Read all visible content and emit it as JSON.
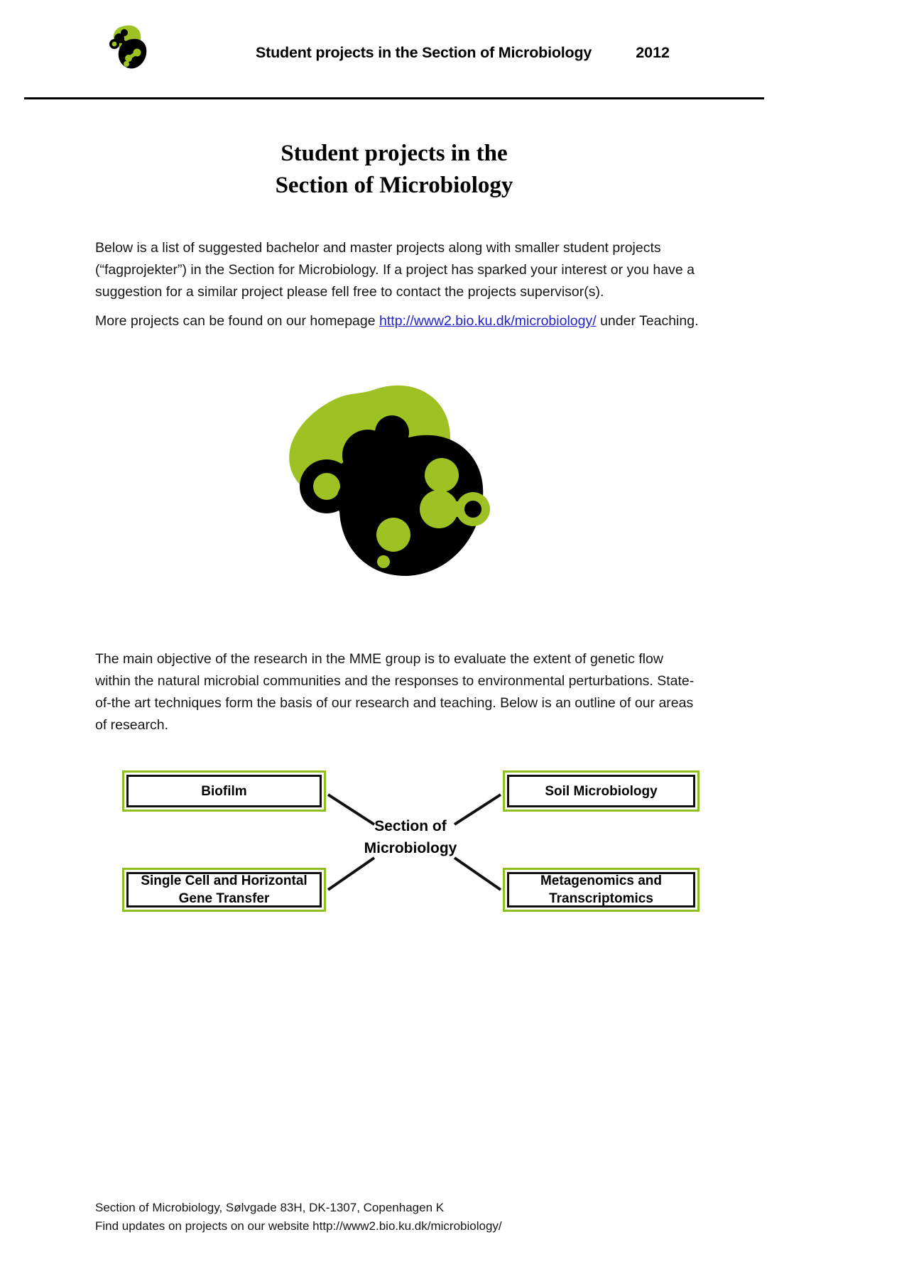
{
  "header": {
    "logo_icon": "microbiology-logo-icon",
    "title": "Student projects in the Section of Microbiology",
    "year": "2012"
  },
  "title": {
    "line1": "Student projects in the",
    "line2": "Section of Microbiology"
  },
  "intro": {
    "text": "Below is a list of suggested bachelor and master projects along with smaller student projects (“fagprojekter”) in the Section for Microbiology. If a project has sparked your interest or you have a suggestion for a similar project please fell free to contact the projects supervisor(s)."
  },
  "homepage": {
    "prefix": "More projects can be found on our homepage ",
    "link_text": "http://www2.bio.ku.dk/microbiology/",
    "suffix": " under Teaching."
  },
  "logo": {
    "icon": "microbiology-blob-logo-icon",
    "green": "#9EC124",
    "black": "#000000"
  },
  "objective": {
    "text": "The main objective of the research in the MME group is to evaluate the extent of genetic flow within the natural microbial communities and the responses to environmental perturbations. State-of-the art techniques form the basis of our research and teaching. Below is an outline of our areas of research."
  },
  "diagram": {
    "center_line1": "Section of",
    "center_line2": "Microbiology",
    "box_border_green": "#8FBE1F",
    "box_border_black": "#111111",
    "nodes": [
      {
        "id": "biofilm",
        "label": "Biofilm"
      },
      {
        "id": "soil-microbiology",
        "label": "Soil Microbiology"
      },
      {
        "id": "single-cell-horizontal-gene-transfer",
        "label": "Single Cell and Horizontal Gene Transfer"
      },
      {
        "id": "metagenomics-transcriptomics",
        "label": "Metagenomics and Transcriptomics"
      }
    ]
  },
  "footer": {
    "line1": "Section of Microbiology, Sølvgade 83H, DK-1307, Copenhagen K",
    "line2": "Find updates on projects on our website http://www2.bio.ku.dk/microbiology/"
  }
}
